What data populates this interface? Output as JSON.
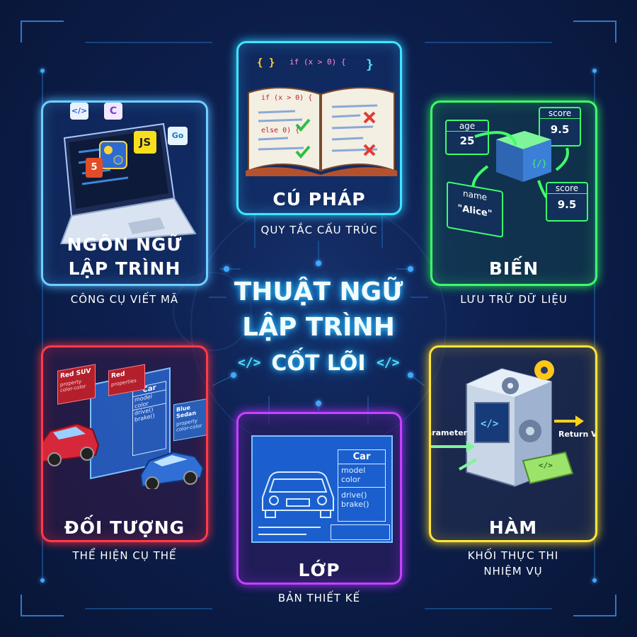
{
  "title": {
    "line1": "THUẬT NGỮ",
    "line2": "LẬP TRÌNH",
    "line3": "CỐT LÕI",
    "tag_left": "</>",
    "tag_right": "</>"
  },
  "cards": {
    "language": {
      "title_line1": "NGÔN NGỮ",
      "title_line2": "LẬP TRÌNH",
      "subtitle": "CÔNG CỤ VIẾT MÃ",
      "color": "#6fd0ff",
      "badges": [
        "</>",
        "C",
        "JS",
        "Go",
        "5"
      ]
    },
    "syntax": {
      "title": "CÚ PHÁP",
      "subtitle": "QUY TẮC CẤU TRÚC",
      "color": "#3fe6ff",
      "code_top": "if (x > 0) {",
      "code_line1": "if (x > 0) {",
      "code_line2": "else 0) {",
      "brace_left": "{ }",
      "brace_right": "}"
    },
    "variable": {
      "title": "BIẾN",
      "subtitle": "LƯU TRỮ DỮ LIỆU",
      "color": "#3dff6a",
      "age_label": "age",
      "age_value": "25",
      "score_label": "score",
      "score_value": "9.5",
      "score2_label": "score",
      "score2_value": "9.5",
      "name_label": "name",
      "name_value": "\"Alice\""
    },
    "object": {
      "title": "ĐỐI TƯỢNG",
      "subtitle": "THỂ HIỆN CỤ THỂ",
      "color": "#ff3b4a",
      "card1_title": "Red SUV",
      "card1_sub": "property color-color",
      "card2_title": "Red",
      "card2_sub": "properties",
      "card3_title": "Blue Sedan",
      "card3_sub": "property color-color",
      "class_name": "Car",
      "fields": [
        "model",
        "color"
      ],
      "methods": [
        "drive()",
        "brake()"
      ]
    },
    "class": {
      "title": "LỚP",
      "subtitle": "BẢN THIẾT KẾ",
      "color": "#c542ff",
      "class_name": "Car",
      "fields": [
        "model",
        "color"
      ],
      "methods": [
        "drive()",
        "brake()"
      ]
    },
    "function": {
      "title": "HÀM",
      "subtitle_line1": "KHỐI THỰC THI",
      "subtitle_line2": "NHIỆM VỤ",
      "color": "#ffe53a",
      "param_label": "Parameter",
      "return_label": "Return Value",
      "code_tag": "</>"
    }
  }
}
